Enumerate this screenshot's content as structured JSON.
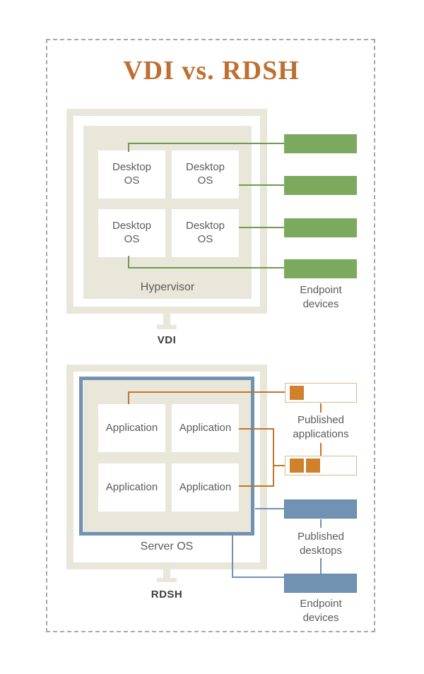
{
  "title": "VDI vs. RDSH",
  "colors": {
    "beige": "#e9e6da",
    "green": "#7baa5e",
    "green-line": "#6d9b50",
    "orange": "#d0812c",
    "orange-line": "#c17529",
    "orange-border": "#dcb98c",
    "blue": "#7292b3",
    "text": "#5b5b5b",
    "caption": "#3d3d3d",
    "title": "#bf7031",
    "dash": "#a8a8a8"
  },
  "vdi": {
    "caption": "VDI",
    "container_label": "Hypervisor",
    "os_boxes": [
      "Desktop OS",
      "Desktop OS",
      "Desktop OS",
      "Desktop OS"
    ],
    "endpoint_label": "Endpoint devices",
    "endpoint_device_count": 4
  },
  "rdsh": {
    "caption": "RDSH",
    "container_label": "Server OS",
    "app_boxes": [
      "Application",
      "Application",
      "Application",
      "Application"
    ],
    "published_applications_label": "Published applications",
    "published_desktops_label": "Published desktops",
    "endpoint_label": "Endpoint devices"
  }
}
